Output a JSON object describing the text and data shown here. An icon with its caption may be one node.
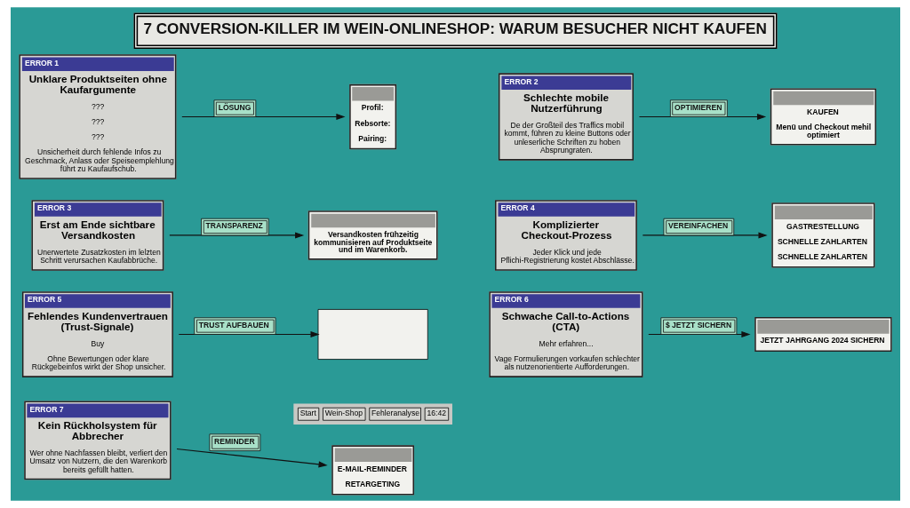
{
  "diagram": {
    "title": "7 CONVERSION-KILLER IM WEIN-ONLINESHOP: WARUM BESUCHER NICHT KAUFEN",
    "nodes": [
      {
        "text": [
          "ERROR 1",
          "Unklare Produktseiten ohne Kaufargumente",
          "???",
          "???",
          "???",
          "Unsicherheit durch fehlende Infos zu Geschmack, Anlass oder Speiseemplehlung führt zu Kaufaufschub."
        ]
      },
      {
        "text": [
          "Profil:",
          "Rebsorte:",
          "Pairing:"
        ]
      },
      {
        "text": [
          "ERROR 2",
          "Schlechte mobile Nutzerführung",
          "De der Großteil des Traffics mobil kommt, führen zu kleine Buttons oder unleserliche Schriften zu hoben Absprungraten."
        ]
      },
      {
        "text": [
          "KAUFEN",
          "Menü und Checkout mehil optimiert"
        ]
      },
      {
        "text": [
          "ERROR 3",
          "Erst am Ende sichtbare Versandkosten",
          "Unerwertete Zusatzkosten im lelzten Schritt verursachen Kaufabbrüche."
        ]
      },
      {
        "text": [
          "Versandkosten frühzeitig kommunisieren auf Produktseite und im Warenkorb."
        ]
      },
      {
        "text": [
          "ERROR 4",
          "Komplizierter Checkout-Prozess",
          "Jeder Klick und jede Pflichi-Registrierung kostet Abschlässe."
        ]
      },
      {
        "text": [
          "GASTRESTELLUNG",
          "SCHNELLE ZAHLARTEN",
          "SCHNELLE ZAHLARTEN"
        ]
      },
      {
        "text": [
          "ERROR 5",
          "Fehlendes Kundenvertrauen (Trust-Signale)",
          "Buy",
          "Ohne Bewertungen oder klare Rückgebeinfos wirkt der Shop unsicher."
        ]
      },
      {
        "text": [],
        "shape": "box"
      },
      {
        "text": [
          "ERROR 6",
          "Schwache Call-to-Actions (CTA)",
          "Mehr erfahren...",
          "Vage Formulierungen vorkaufen schlechter als nutzenorientierte Aufforderungen."
        ]
      },
      {
        "text": [
          "JETZT JAHRGANG 2024 SICHERN"
        ]
      },
      {
        "text": [
          "ERROR 7",
          "Kein Rückholsystem für Abbrecher",
          "Wer ohne Nachfassen bleibt, verliert den Umsatz von Nutzern, die den Warenkorb bereits gefüllt hatten."
        ]
      },
      {
        "text": [
          "E-MAIL-REMINDER",
          "RETARGETING"
        ]
      }
    ],
    "edges": [
      {
        "from": 0,
        "to": 1,
        "arrow": "to",
        "label": "LÖSUNG"
      },
      {
        "from": 2,
        "to": 3,
        "arrow": "to",
        "label": "OPTIMIEREN"
      },
      {
        "from": 4,
        "to": 5,
        "arrow": "to",
        "label": "TRANSPARENZ"
      },
      {
        "from": 6,
        "to": 7,
        "arrow": "to",
        "label": "VEREINFACHEN"
      },
      {
        "from": 8,
        "to": 9,
        "arrow": "to",
        "label": "TRUST AUFBAUEN"
      },
      {
        "from": 10,
        "to": 11,
        "arrow": "to",
        "label": "$ JETZT SICHERN"
      },
      {
        "from": 12,
        "to": 13,
        "arrow": "to",
        "label": "REMINDER"
      }
    ],
    "labels": [
      "Start",
      "Wein-Shop",
      "Fehleranalyse",
      "16:42"
    ]
  }
}
